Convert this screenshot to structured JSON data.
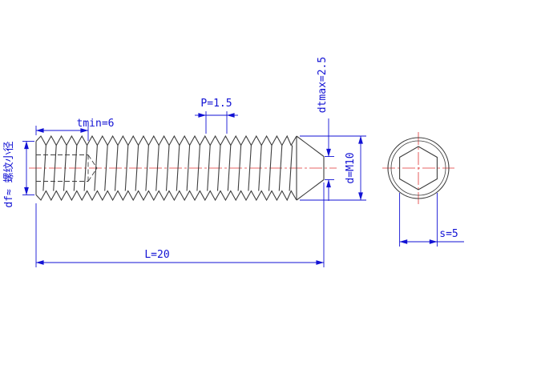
{
  "drawing": {
    "labels": {
      "socket_depth": "tmin=6",
      "thread_pitch": "P=1.5",
      "point_diameter": "dtmax=2.5",
      "thread_size": "d=M10",
      "overall_length": "L=20",
      "minor_diameter": "df≈ 螺纹小径",
      "hex_socket_width": "s=5"
    },
    "colors": {
      "outline": "#3d3d3d",
      "dimension": "#1212d4",
      "centerline": "#e03434",
      "background": "#ffffff"
    }
  }
}
